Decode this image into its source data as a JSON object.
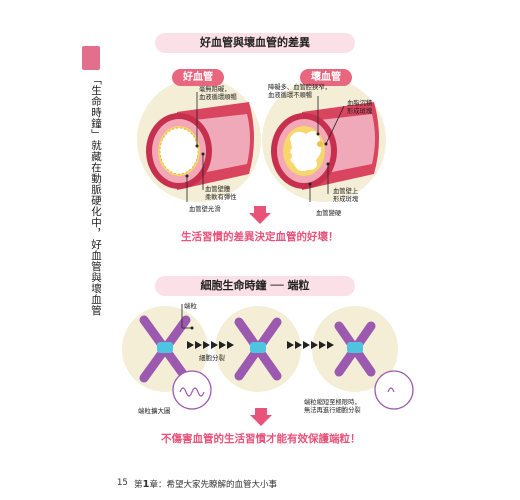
{
  "sidebar": {
    "vertical_text": "「生命時鐘」就藏在動脈硬化中，好血管與壞血管"
  },
  "section1": {
    "title": "好血管與壞血管的差異",
    "good_tag": "好血管",
    "bad_tag": "壞血管",
    "good_labels": {
      "top": "毫無阻礙，\n血液循環順暢",
      "wall": "血管壁體\n柔軟有彈性",
      "smooth": "血管壁光滑"
    },
    "bad_labels": {
      "narrow": "障礙多、血管腔狹窄，\n血液循環不順暢",
      "plaque": "血脂沉積\n形成斑塊",
      "wall_plaque": "血管壁上\n形成斑塊",
      "hard": "血管變硬"
    },
    "conclusion": "生活習慣的差異決定血管的好壞！"
  },
  "section2": {
    "title": "細胞生命時鐘 ── 端粒",
    "telomere_label": "端粒",
    "division_label": "細胞分裂",
    "zoom_label": "端粒擴大圖",
    "limit_label": "端粒縮短至極限時，\n無法再進行細胞分裂",
    "conclusion": "不傷害血管的生活習慣才能有效保護端粒！"
  },
  "footer": {
    "page_number": "15",
    "chapter_prefix": "第",
    "chapter_num": "1",
    "chapter_suffix": "章：希望大家先瞭解的血管大小事"
  },
  "colors": {
    "accent_pink": "#e8537a",
    "tag_pink": "#e8677f",
    "pill_bg": "#fbe1e7",
    "vessel_red": "#d9445f",
    "chromosome_purple": "#9b5ab0",
    "centromere_cyan": "#4fc4e0",
    "circle_bg": "#f5eed6"
  }
}
